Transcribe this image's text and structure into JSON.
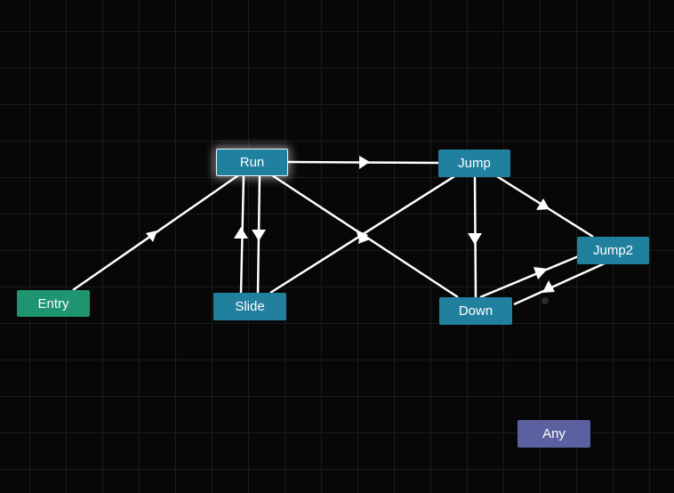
{
  "graph": {
    "nodes": {
      "run": {
        "label": "Run"
      },
      "jump": {
        "label": "Jump"
      },
      "jump2": {
        "label": "Jump2"
      },
      "entry": {
        "label": "Entry"
      },
      "slide": {
        "label": "Slide"
      },
      "down": {
        "label": "Down"
      },
      "any": {
        "label": "Any"
      }
    },
    "selected_node": "Run",
    "transitions": [
      {
        "from": "Entry",
        "to": "Run"
      },
      {
        "from": "Run",
        "to": "Jump"
      },
      {
        "from": "Run",
        "to": "Slide"
      },
      {
        "from": "Slide",
        "to": "Run"
      },
      {
        "from": "Run",
        "to": "Down"
      },
      {
        "from": "Slide",
        "to": "Jump"
      },
      {
        "from": "Jump",
        "to": "Down"
      },
      {
        "from": "Jump",
        "to": "Jump2"
      },
      {
        "from": "Jump2",
        "to": "Down"
      },
      {
        "from": "Down",
        "to": "Jump2"
      }
    ]
  },
  "colors": {
    "background": "#070707",
    "grid": "#1b1b1b",
    "state_node": "#21809e",
    "entry_node": "#1f9470",
    "any_node": "#5b60a0",
    "edge": "#ffffff"
  }
}
